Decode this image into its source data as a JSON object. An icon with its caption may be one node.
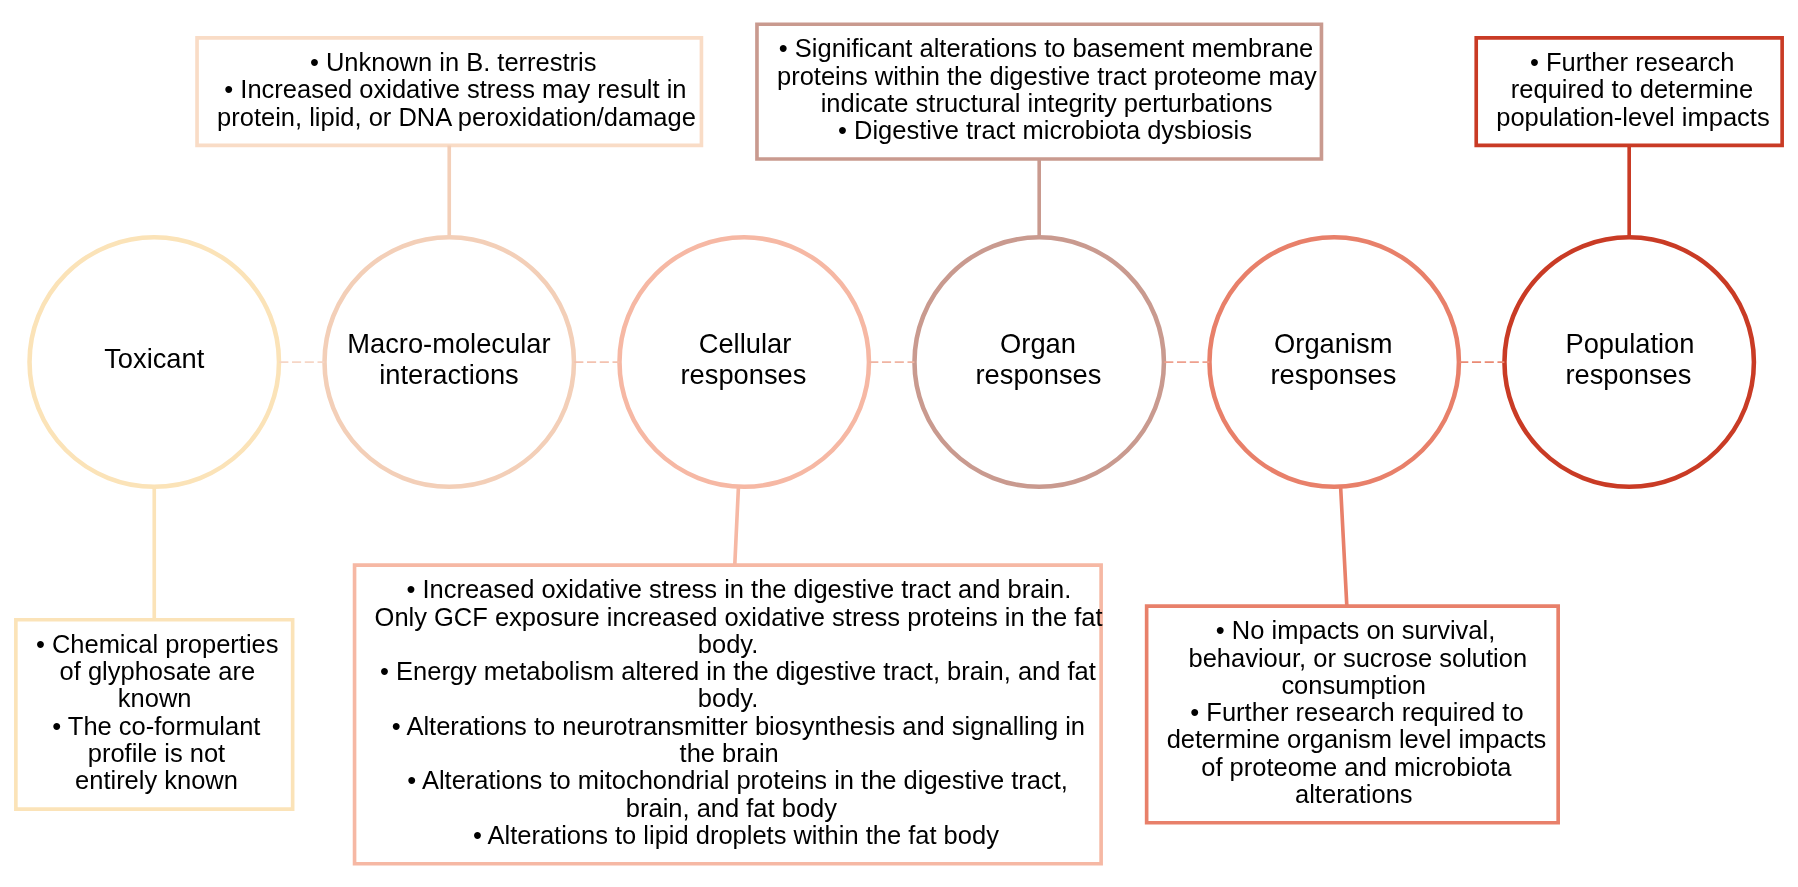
{
  "diagram": {
    "nodes": [
      {
        "text": [
          "• Unknown in B. terrestris",
          "• Increased oxidative stress may result in protein, lipid, or DNA peroxidation/damage"
        ]
      },
      {
        "text": [
          "• Significant alterations to basement membrane proteins within the digestive tract proteome may indicate structural integrity perturbations",
          "• Digestive tract microbiota dysbiosis"
        ]
      },
      {
        "text": [
          "• Further research required to determine population-level impacts"
        ]
      },
      {
        "text": [
          "Toxicant"
        ]
      },
      {
        "text": [
          "Macro-molecular interactions"
        ]
      },
      {
        "text": [
          "Cellular responses"
        ]
      },
      {
        "text": [
          "Organ responses"
        ]
      },
      {
        "text": [
          "Organism responses"
        ]
      },
      {
        "text": [
          "Population responses"
        ]
      },
      {
        "text": [
          "• Chemical properties of glyphosate are known",
          "• The co-formulant profile is not entirely known"
        ]
      },
      {
        "text": [
          "• Increased oxidative stress in the digestive tract and brain. Only GCF exposure increased oxidative stress proteins in the fat body.",
          "• Energy metabolism altered in the digestive tract, brain, and fat body.",
          "• Alterations to neurotransmitter biosynthesis and signalling in the brain",
          "• Alterations to mitochondrial proteins in the digestive tract, brain, and fat body",
          "• Alterations to lipid droplets within the fat body"
        ]
      },
      {
        "text": [
          "• No impacts on survival, behaviour, or sucrose solution consumption",
          "• Further research required to determine organism level impacts of proteome and microbiota alterations"
        ]
      }
    ],
    "edges": [
      {
        "from": 3,
        "to": 4,
        "arrow": "none",
        "style": "dashed",
        "color": "#f6d6c6"
      },
      {
        "from": 4,
        "to": 5,
        "arrow": "none",
        "style": "dashed",
        "color": "#f3c2b0"
      },
      {
        "from": 5,
        "to": 6,
        "arrow": "none",
        "style": "dashed",
        "color": "#f0b4a2"
      },
      {
        "from": 6,
        "to": 7,
        "arrow": "none",
        "style": "dashed",
        "color": "#eea08e"
      },
      {
        "from": 7,
        "to": 8,
        "arrow": "none",
        "style": "dashed",
        "color": "#ea8a74"
      },
      {
        "from": 0,
        "to": 4,
        "arrow": "none",
        "color": "#f3cfb8"
      },
      {
        "from": 1,
        "to": 6,
        "arrow": "none",
        "color": "#c99a8f"
      },
      {
        "from": 2,
        "to": 8,
        "arrow": "none",
        "color": "#c93b25"
      },
      {
        "from": 3,
        "to": 9,
        "arrow": "none",
        "color": "#fbe3b8"
      },
      {
        "from": 5,
        "to": 10,
        "arrow": "none",
        "color": "#f6b8a4"
      },
      {
        "from": 7,
        "to": 11,
        "arrow": "none",
        "color": "#e8806a"
      }
    ]
  }
}
